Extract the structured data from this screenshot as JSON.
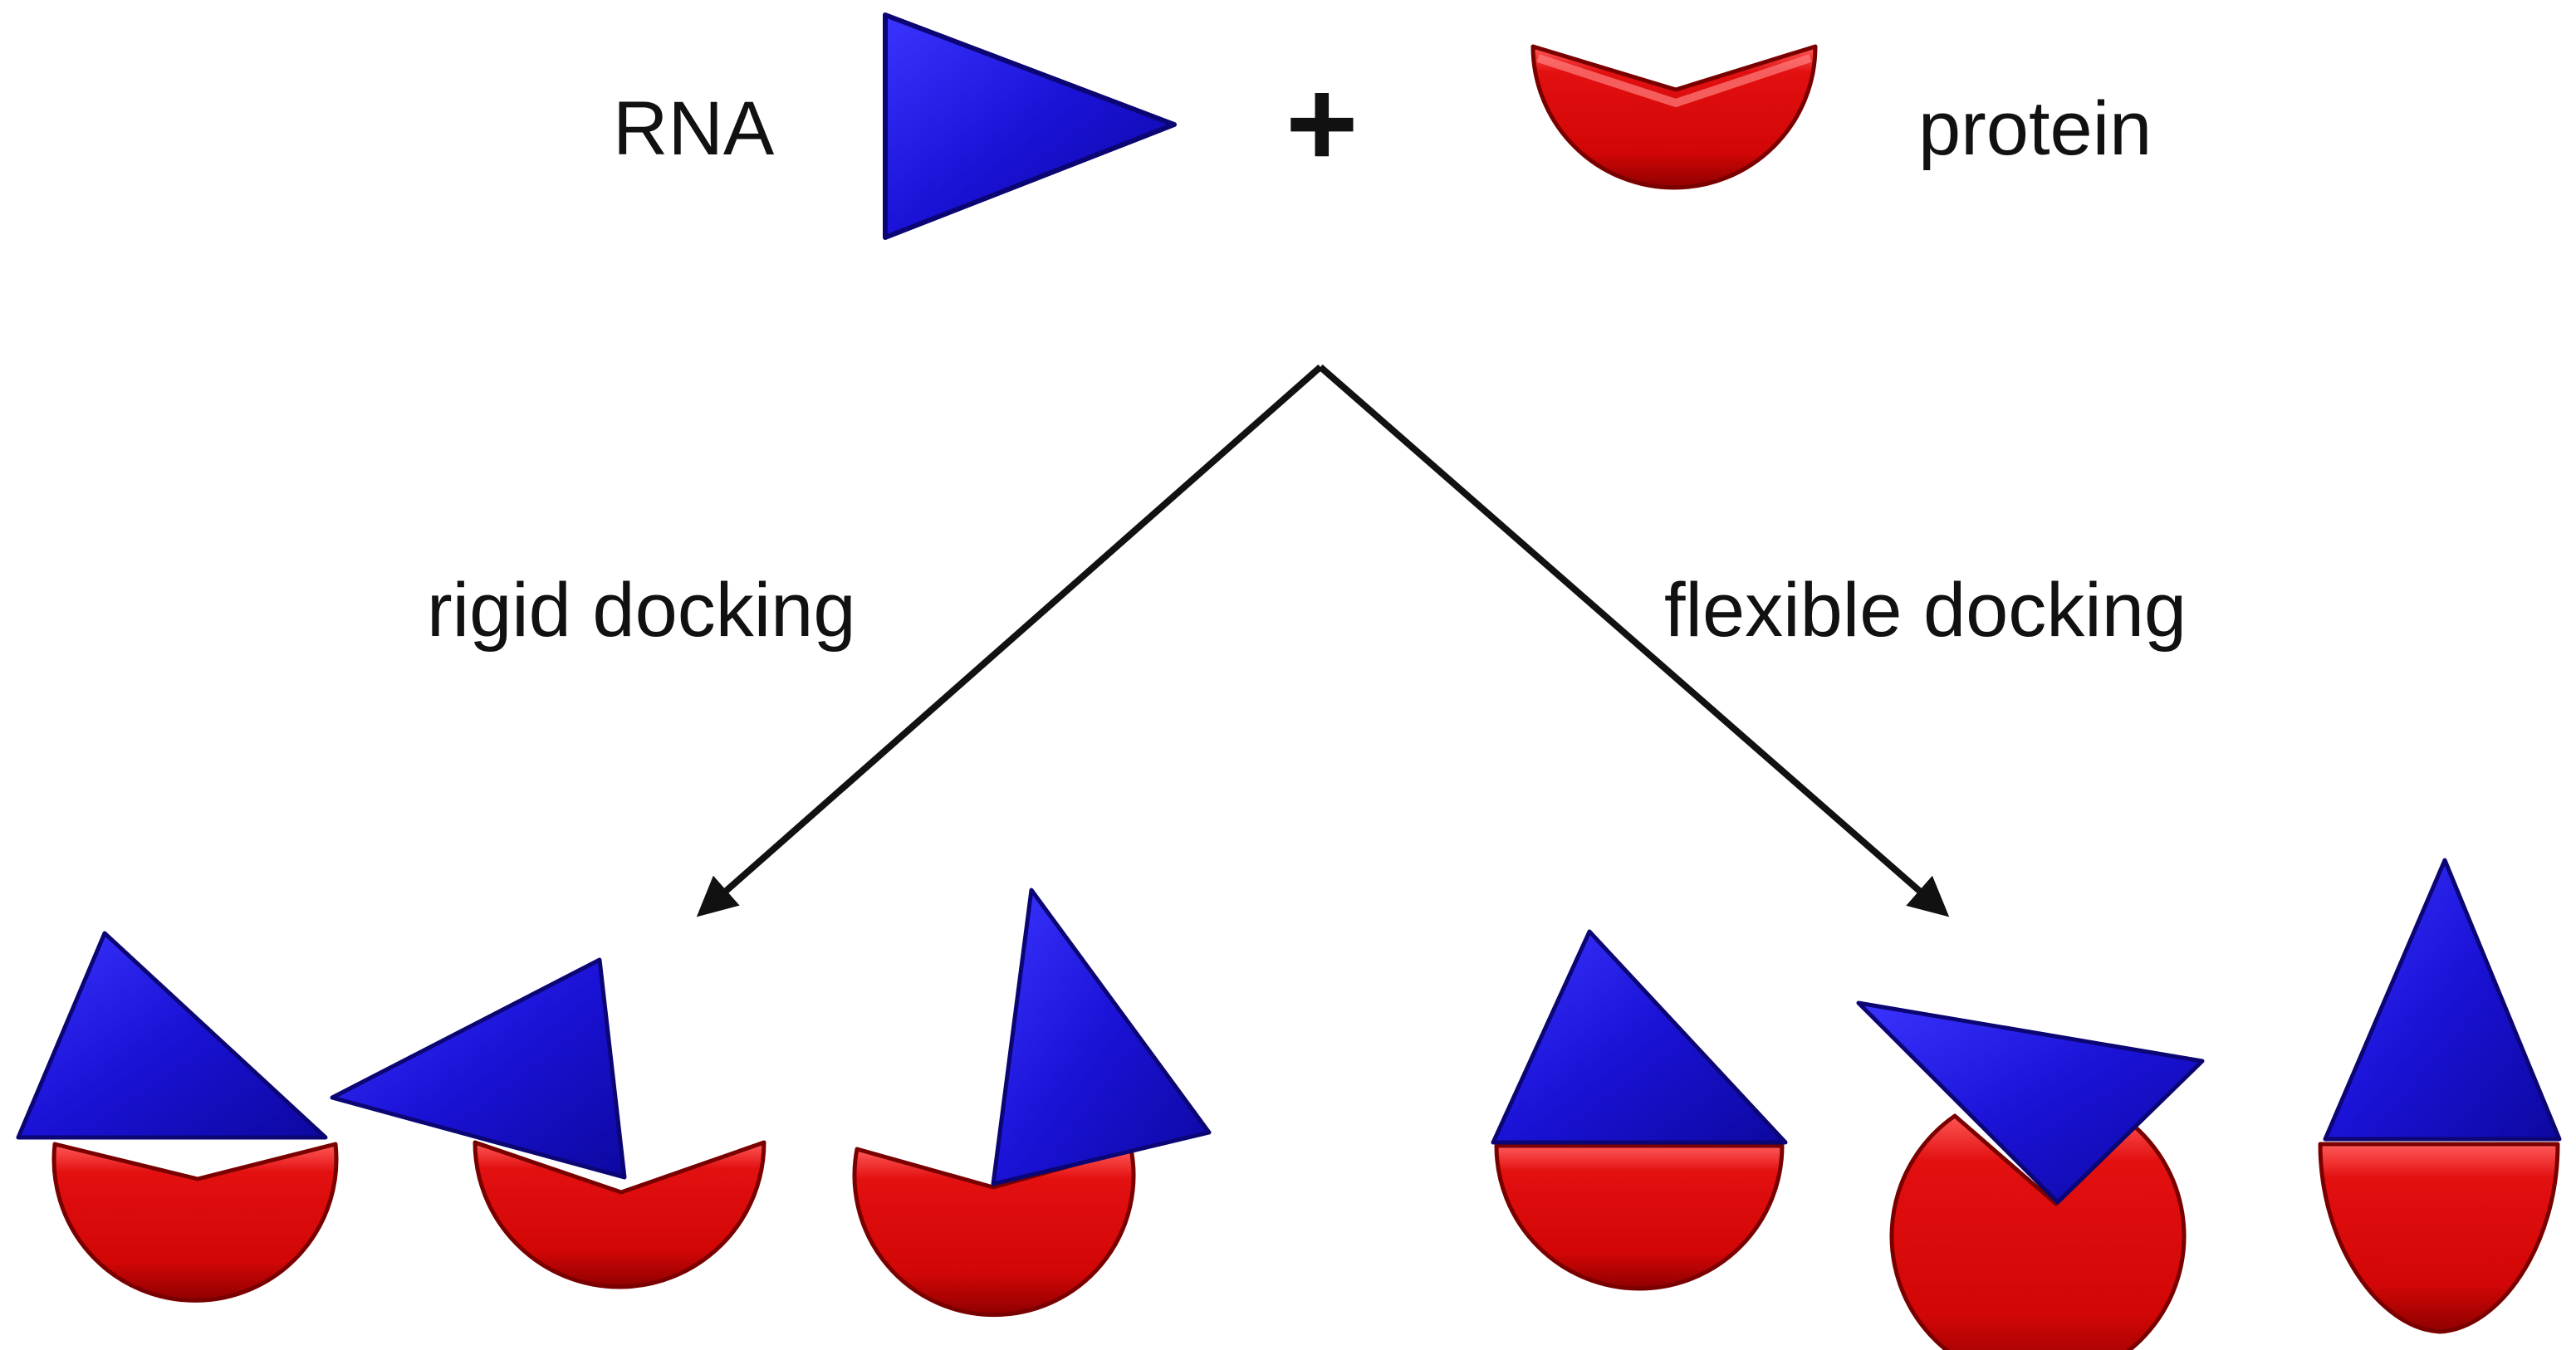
{
  "labels": {
    "rna": "RNA",
    "plus": "+",
    "protein": "protein",
    "rigid": "rigid docking",
    "flexible": "flexible docking"
  },
  "colors": {
    "rna_fill": "#1a12d6",
    "rna_edge": "#0b0673",
    "protein_fill": "#d80808",
    "protein_edge": "#7a0000",
    "arrow": "#111111"
  },
  "groups": {
    "rigid": {
      "complexes": 3
    },
    "flexible": {
      "complexes": 3
    }
  }
}
